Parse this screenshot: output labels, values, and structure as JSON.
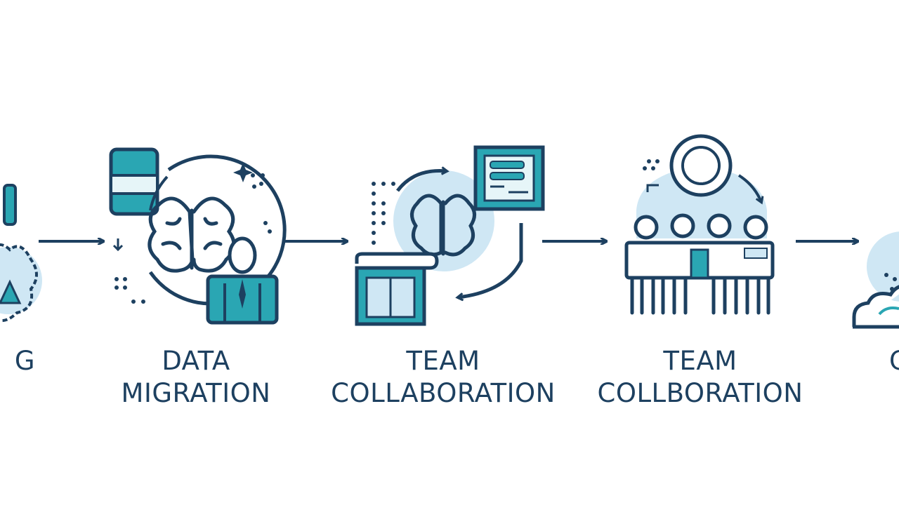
{
  "steps": [
    {
      "line1": "",
      "line2": "G"
    },
    {
      "line1": "DATA",
      "line2": "MIGRATION"
    },
    {
      "line1": "TEAM",
      "line2": "COLLABORATION"
    },
    {
      "line1": "TEAM",
      "line2": "COLLBORATION"
    },
    {
      "line1": "",
      "line2": "C"
    }
  ],
  "colors": {
    "ink": "#1d4060",
    "teal": "#2aa6b3",
    "light_blue": "#cfe7f4"
  },
  "icons": [
    "partial-step-icon",
    "brain-database-person-icon",
    "brain-cycle-document-icon",
    "team-group-cycle-icon",
    "cloud-icon"
  ]
}
